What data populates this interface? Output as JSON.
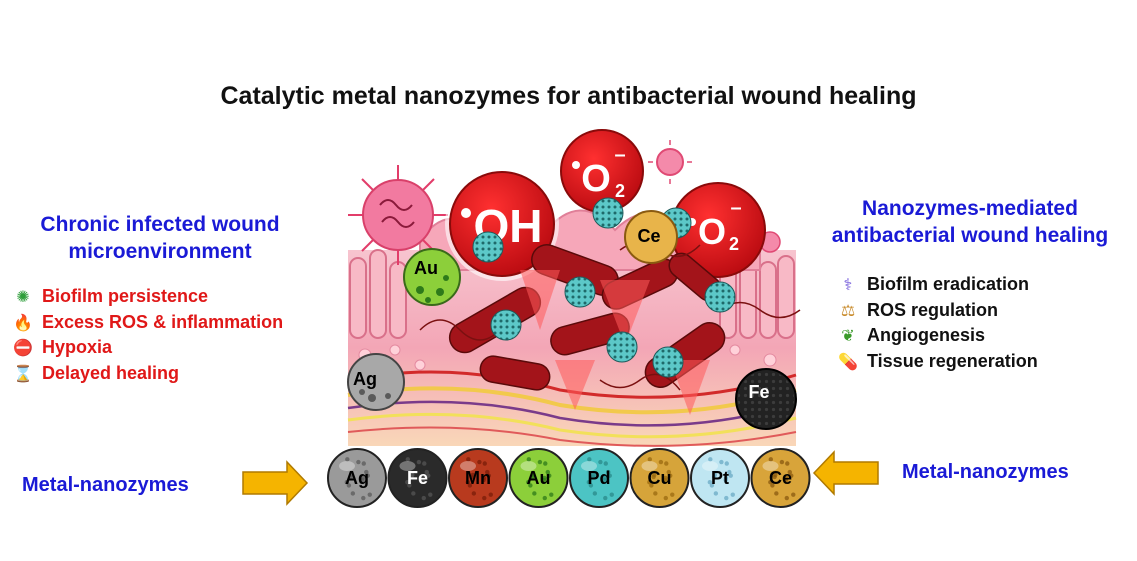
{
  "title": "Catalytic metal nanozymes for antibacterial wound healing",
  "left_panel": {
    "heading_line1": "Chronic infected wound",
    "heading_line2": "microenvironment",
    "items": [
      {
        "icon": "bacteria-icon",
        "glyph": "✺",
        "color": "#2e9e3a",
        "label": "Biofilm persistence"
      },
      {
        "icon": "fire-icon",
        "glyph": "🔥",
        "color": "#e8700a",
        "label": "Excess ROS & inflammation"
      },
      {
        "icon": "no-entry-icon",
        "glyph": "⛔",
        "color": "#d81818",
        "label": "Hypoxia"
      },
      {
        "icon": "hourglass-icon",
        "glyph": "⌛",
        "color": "#c8902a",
        "label": "Delayed healing"
      }
    ]
  },
  "right_panel": {
    "heading_line1": "Nanozymes-mediated",
    "heading_line2": "antibacterial wound healing",
    "items": [
      {
        "icon": "dna-icon",
        "glyph": "⚕",
        "color": "#6a4fd8",
        "label": "Biofilm eradication"
      },
      {
        "icon": "balance-scale-icon",
        "glyph": "⚖",
        "color": "#c88a2a",
        "label": "ROS regulation"
      },
      {
        "icon": "seedling-icon",
        "glyph": "❦",
        "color": "#3a9a2a",
        "label": "Angiogenesis"
      },
      {
        "icon": "pill-icon",
        "glyph": "💊",
        "color": "#2a7ad8",
        "label": "Tissue regeneration"
      }
    ]
  },
  "metal_nanozymes_label": "Metal-nanozymes",
  "nanozyme_row": [
    {
      "symbol": "Ag",
      "color": "#9a9a9a",
      "dot": "#5a5a5a"
    },
    {
      "symbol": "Fe",
      "color": "#2a2a2a",
      "dot": "#555555"
    },
    {
      "symbol": "Mn",
      "color": "#b83a1e",
      "dot": "#7a1e0a"
    },
    {
      "symbol": "Au",
      "color": "#8ccf3a",
      "dot": "#2e7a1a"
    },
    {
      "symbol": "Pd",
      "color": "#4cc4c4",
      "dot": "#2a8a8a"
    },
    {
      "symbol": "Cu",
      "color": "#d6a43a",
      "dot": "#9a6a10"
    },
    {
      "symbol": "Pt",
      "color": "#bfe6f2",
      "dot": "#6aaac4"
    },
    {
      "symbol": "Ce",
      "color": "#d8a43a",
      "dot": "#8a5a10"
    }
  ],
  "wound_scene": {
    "ros_bubbles": [
      {
        "label": "OH",
        "prefix": "•"
      },
      {
        "label": "O",
        "subscript": "2",
        "superscript": "–"
      },
      {
        "label": "O",
        "subscript": "2",
        "superscript": "–"
      }
    ],
    "particles": [
      {
        "symbol": "Au"
      },
      {
        "symbol": "Ag"
      },
      {
        "symbol": "Ce"
      },
      {
        "symbol": "Fe"
      }
    ]
  },
  "colors": {
    "title": "#111111",
    "heading": "#1a1ad6",
    "problem_text": "#e01818",
    "ros_red": "#d8141a",
    "arrow_orange": "#f5b400"
  }
}
